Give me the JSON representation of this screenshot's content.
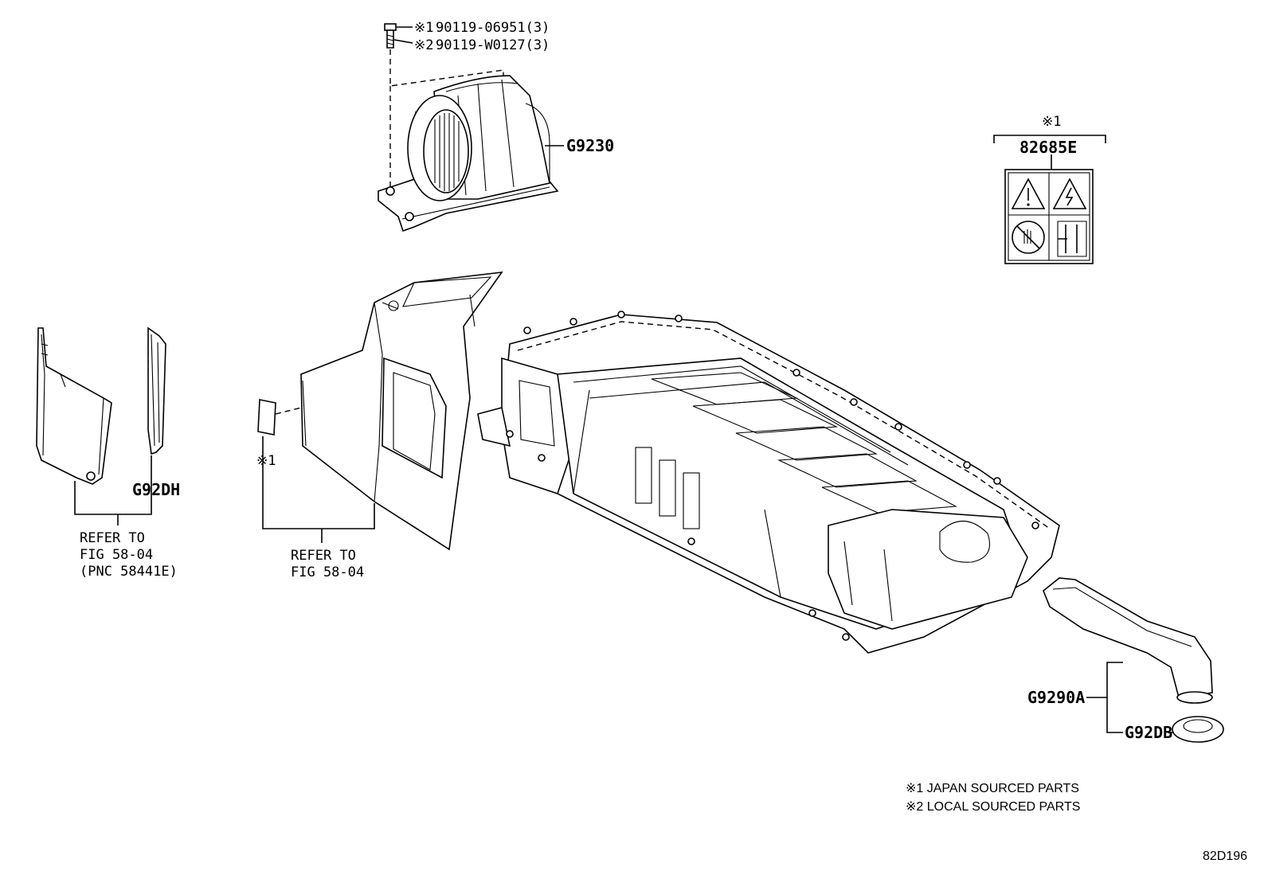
{
  "bolt": {
    "line1_mark": "※1",
    "line1_part": "90119-06951(3)",
    "line2_mark": "※2",
    "line2_part": "90119-W0127(3)"
  },
  "parts": {
    "blower": "G9230",
    "label_part": "82685E",
    "label_note": "※1",
    "left_cover": "G92DH",
    "duct": "G9290A",
    "grommet": "G92DB"
  },
  "refs": {
    "left": [
      "REFER TO",
      "FIG 58-04",
      "(PNC 58441E)"
    ],
    "center": [
      "REFER TO",
      "FIG 58-04"
    ],
    "center_note": "※1"
  },
  "legend": {
    "note1": "※1 JAPAN SOURCED PARTS",
    "note2": "※2 LOCAL SOURCED PARTS"
  },
  "figure_id": "82D196"
}
